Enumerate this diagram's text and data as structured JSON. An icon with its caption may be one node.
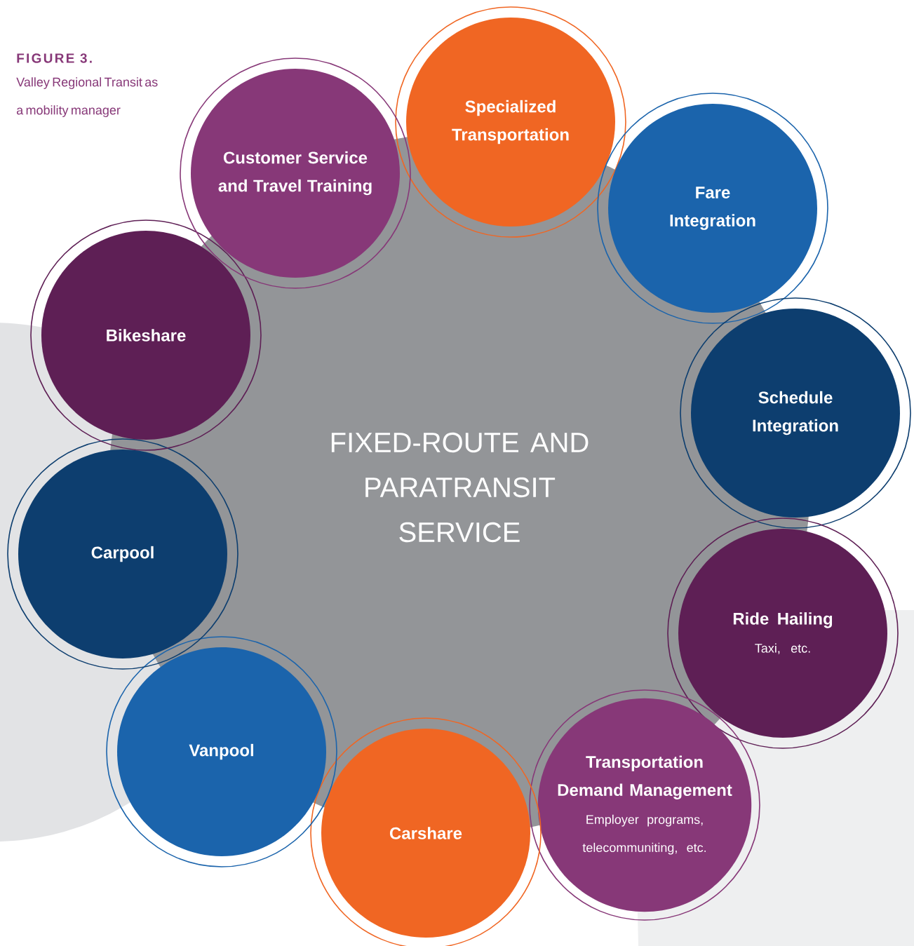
{
  "diagram": {
    "title": "FIGURE 3.",
    "caption": "Valley Regional Transit as a mobility manager",
    "nodes": [
      {
        "text": [
          "FIXED-ROUTE AND PARATRANSIT SERVICE"
        ]
      },
      {
        "text": [
          "Specialized Transportation"
        ]
      },
      {
        "text": [
          "Fare Integration"
        ]
      },
      {
        "text": [
          "Schedule Integration"
        ]
      },
      {
        "text": [
          "Ride Hailing",
          "Taxi, etc."
        ]
      },
      {
        "text": [
          "Transportation Demand Management",
          "Employer programs, telecommuniting, etc."
        ]
      },
      {
        "text": [
          "Carshare"
        ]
      },
      {
        "text": [
          "Vanpool"
        ]
      },
      {
        "text": [
          "Carpool"
        ]
      },
      {
        "text": [
          "Bikeshare"
        ]
      },
      {
        "text": [
          "Customer Service and Travel Training"
        ]
      }
    ],
    "edges": []
  }
}
